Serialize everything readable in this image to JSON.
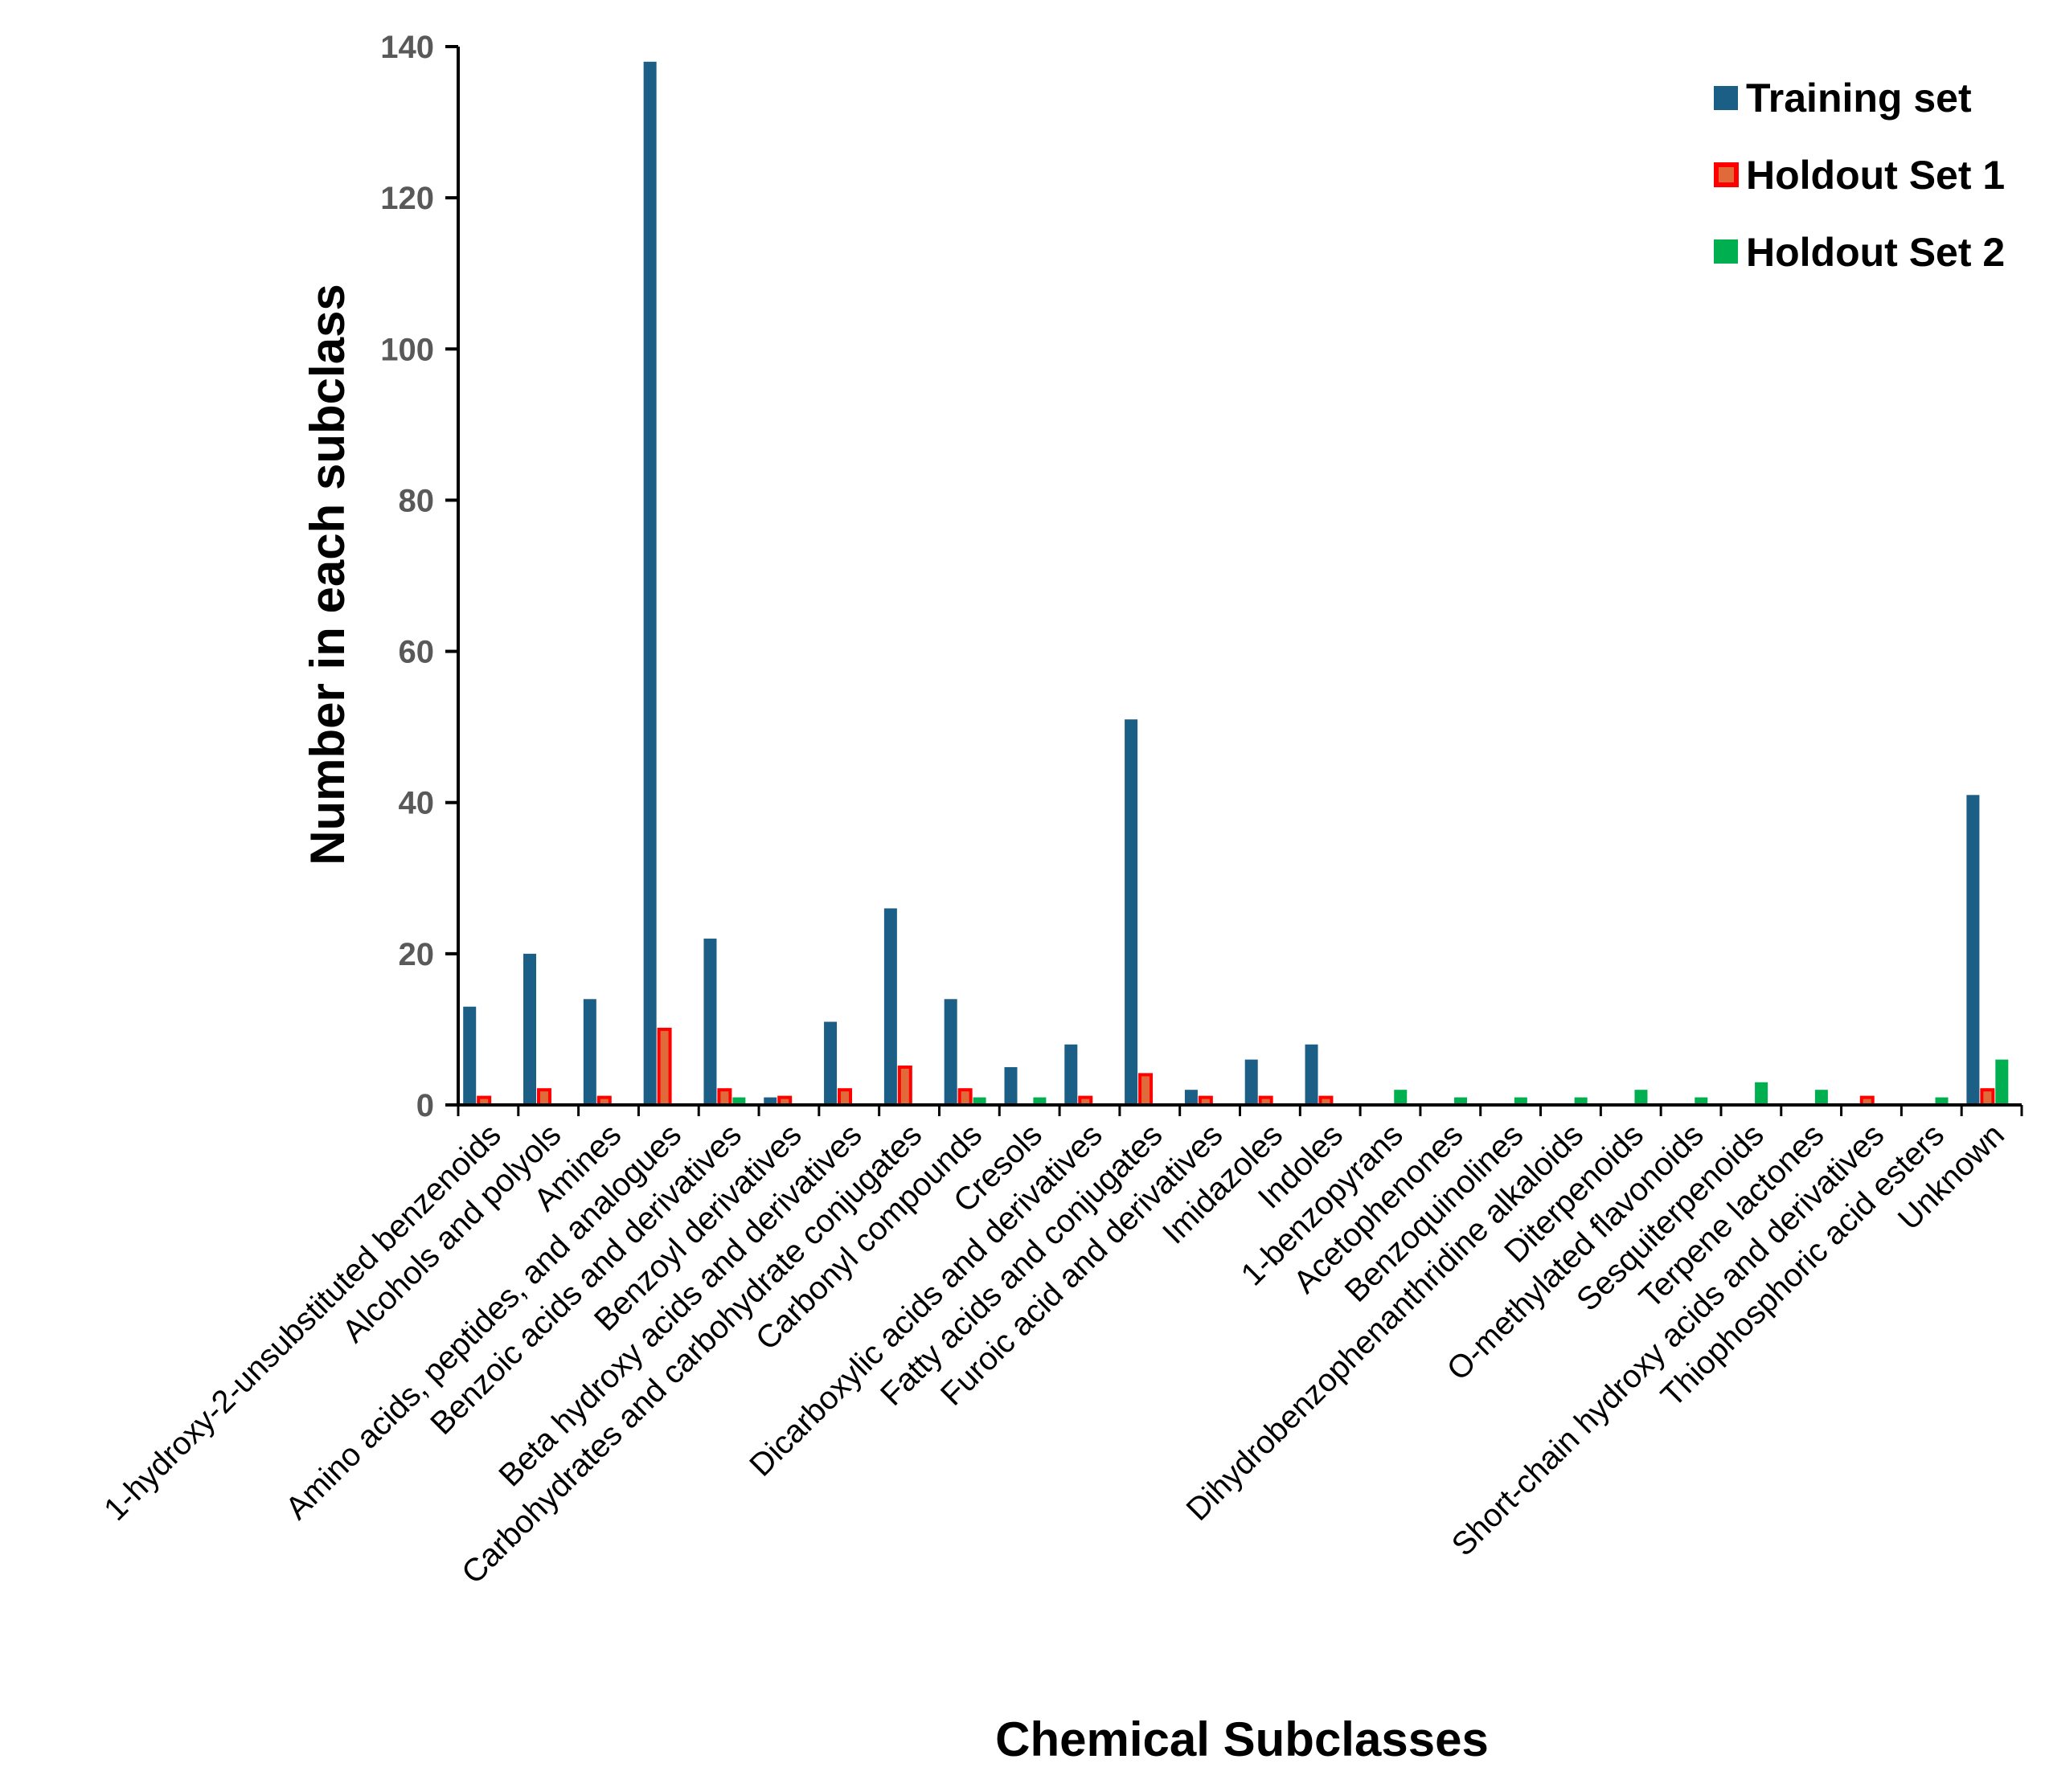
{
  "chart_data": {
    "type": "bar",
    "xlabel": "Chemical Subclasses",
    "ylabel": "Number in each subclass",
    "ylim": [
      0,
      140
    ],
    "yticks": [
      0,
      20,
      40,
      60,
      80,
      100,
      120,
      140
    ],
    "legend_position": "top-right",
    "grid": false,
    "categories": [
      "1-hydroxy-2-unsubstituted benzenoids",
      "Alcohols and polyols",
      "Amines",
      "Amino acids, peptides, and analogues",
      "Benzoic acids and derivatives",
      "Benzoyl derivatives",
      "Beta hydroxy acids and derivatives",
      "Carbohydrates and carbohydrate conjugates",
      "Carbonyl compounds",
      "Cresols",
      "Dicarboxylic acids and derivatives",
      "Fatty acids and conjugates",
      "Furoic acid and derivatives",
      "Imidazoles",
      "Indoles",
      "1-benzopyrans",
      "Acetophenones",
      "Benzoquinolines",
      "Dihydrobenzophenanthridine alkaloids",
      "Diterpenoids",
      "O-methylated flavonoids",
      "Sesquiterpenoids",
      "Terpene lactones",
      "Short-chain hydroxy acids and derivatives",
      "Thiophosphoric acid esters",
      "Unknown"
    ],
    "series": [
      {
        "name": "Training set",
        "color": "#1b5e86",
        "values": [
          13,
          20,
          14,
          138,
          22,
          1,
          11,
          26,
          14,
          5,
          8,
          51,
          2,
          6,
          8,
          0,
          0,
          0,
          0,
          0,
          0,
          0,
          0,
          0,
          0,
          41
        ]
      },
      {
        "name": "Holdout Set 1",
        "color": "#ff0000",
        "values": [
          1,
          2,
          1,
          10,
          2,
          1,
          2,
          5,
          2,
          0,
          1,
          4,
          1,
          1,
          1,
          0,
          0,
          0,
          0,
          0,
          0,
          0,
          0,
          1,
          0,
          2
        ]
      },
      {
        "name": "Holdout Set 2",
        "color": "#00b050",
        "values": [
          0,
          0,
          0,
          0,
          1,
          0,
          0,
          0,
          1,
          1,
          0,
          0,
          0,
          0,
          0,
          2,
          1,
          1,
          1,
          2,
          1,
          3,
          2,
          0,
          1,
          6
        ]
      }
    ]
  }
}
